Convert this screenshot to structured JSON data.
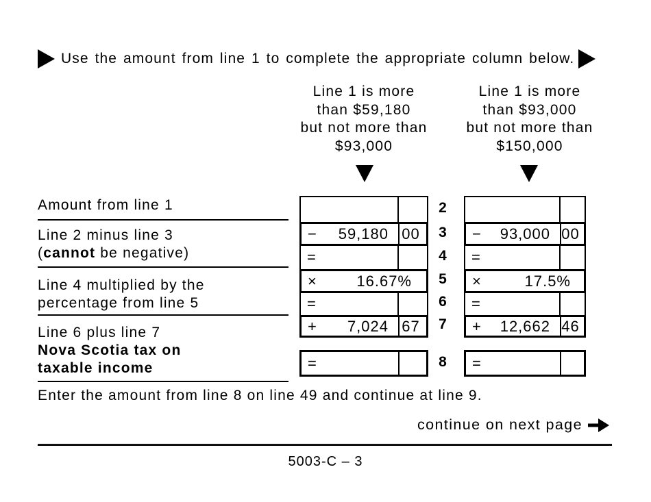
{
  "header": {
    "instruction": "Use the amount from line 1 to complete the appropriate column below."
  },
  "columns": [
    {
      "header_lines": [
        "Line 1 is more",
        "than $59,180",
        "but not more than",
        "$93,000"
      ],
      "rows": {
        "r2": {
          "amount": "",
          "cents": ""
        },
        "r3": {
          "op": "−",
          "amount": "59,180",
          "cents": "00"
        },
        "r4": {
          "op": "=",
          "amount": "",
          "cents": ""
        },
        "r5": {
          "op": "×",
          "amount": "16.67%"
        },
        "r6": {
          "op": "=",
          "amount": "",
          "cents": ""
        },
        "r7": {
          "op": "+",
          "amount": "7,024",
          "cents": "67"
        },
        "r8": {
          "op": "=",
          "amount": "",
          "cents": ""
        }
      }
    },
    {
      "header_lines": [
        "Line 1 is more",
        "than $93,000",
        "but not more than",
        "$150,000"
      ],
      "rows": {
        "r2": {
          "amount": "",
          "cents": ""
        },
        "r3": {
          "op": "−",
          "amount": "93,000",
          "cents": "00"
        },
        "r4": {
          "op": "=",
          "amount": "",
          "cents": ""
        },
        "r5": {
          "op": "×",
          "amount": "17.5%"
        },
        "r6": {
          "op": "=",
          "amount": "",
          "cents": ""
        },
        "r7": {
          "op": "+",
          "amount": "12,662",
          "cents": "46"
        },
        "r8": {
          "op": "=",
          "amount": "",
          "cents": ""
        }
      }
    }
  ],
  "line_numbers": [
    "2",
    "3",
    "4",
    "5",
    "6",
    "7",
    "8"
  ],
  "labels": {
    "amount_line1": "Amount from line 1",
    "line2_minus": "Line 2 minus line 3",
    "cannot_pre": "(",
    "cannot_bold": "cannot",
    "cannot_post": " be negative)",
    "line4_mult_1": "Line 4 multiplied by the",
    "line4_mult_2": "percentage from line 5",
    "line6_plus": "Line 6 plus line 7",
    "ns_tax_1": "Nova Scotia tax on",
    "ns_tax_2": "taxable income"
  },
  "footer": {
    "enter_note": "Enter the amount from line 8 on line 49 and continue at line 9.",
    "continue_label": "continue on next page",
    "page_id": "5003-C – 3"
  }
}
